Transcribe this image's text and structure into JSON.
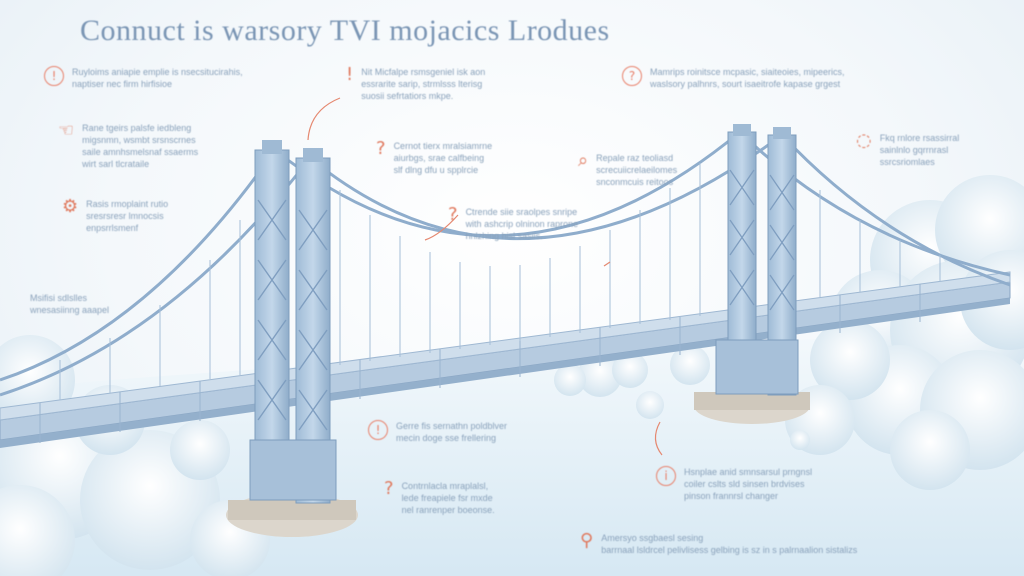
{
  "title": "Connuct is warsory TVI mojacics Lrodues",
  "notes": [
    {
      "icon": "exclamation-circle",
      "glyph": "!",
      "text": "Ruyloims aniapie emplie is nsecsitucirahis,\nnaptiser nec firm hirfisioe"
    },
    {
      "icon": "exclamation-mark",
      "glyph": "!",
      "text": "Nit Micfalpe rsmsgeniel isk aon\nessrarite sarip, strmlsss lterisg\nsuosii sefrtatiors mkpe."
    },
    {
      "icon": "question-circle",
      "glyph": "?",
      "text": "Mamrips roinitsce mcpasic, siaiteoies, mipeerics,\nwaslsory palhnrs, sourt isaeitrofe kapase grgest"
    },
    {
      "icon": "hand-icon",
      "glyph": "☜",
      "text": "Rane tgeirs palsfe iedbleng\nmigsnmn, wsmbt srsnscrnes\nsaile amnhsmelsnaf ssaerms\nwirt sarl tlcrataile"
    },
    {
      "icon": "question-mark",
      "glyph": "?",
      "text": "Cernot tierx mralsiamrne\naiurbgs, srae calfbeing\nslf dlng dfu u spplrcie"
    },
    {
      "icon": "search-icon",
      "glyph": "⌕",
      "text": "Repale raz teoliasd\nscrecuiicrelaeilomes\nsnconmcuis reitoos"
    },
    {
      "icon": "chat-icon",
      "glyph": "◌",
      "text": "Fkq rnlore rsassirral\nsainlnlo gqrrnrasl\nssrcsriomlaes"
    },
    {
      "icon": "gear-icon",
      "glyph": "⚙",
      "text": "Rasis rmoplaint rutio\nsresrsresr lmnocsis\nenpsrrlsmenf"
    },
    {
      "icon": "question-mark",
      "glyph": "?",
      "text": "Ctrende siie sraolpes snripe\nwith ashcrip olninon raprone\nhnlzhing hisl sasiis."
    },
    {
      "icon": "none",
      "glyph": "",
      "text": "Msifisi sdlslles\nwnesasiinng aaapel"
    },
    {
      "icon": "exclamation-circle",
      "glyph": "!",
      "text": "Gerre fis sernathn poldblver\nmecin doge sse frellering"
    },
    {
      "icon": "question-mark",
      "glyph": "?",
      "text": "Contrnlacla mraplalsl,\nlede freapiele fsr mxde\nnel ranrenper boeonse."
    },
    {
      "icon": "info-circle",
      "glyph": "i",
      "text": "Hsnplae anid smnsarsul prngnsl\ncoiler cslts sld sinsen brdvises\npinson frannrsl changer"
    },
    {
      "icon": "pin-icon",
      "glyph": "⚲",
      "text": "Amersyo ssgbaesl sesing\nbarrnaal lsldrcel pelivlisess gelbing is sz in s palrnaalion sistalizs"
    }
  ]
}
